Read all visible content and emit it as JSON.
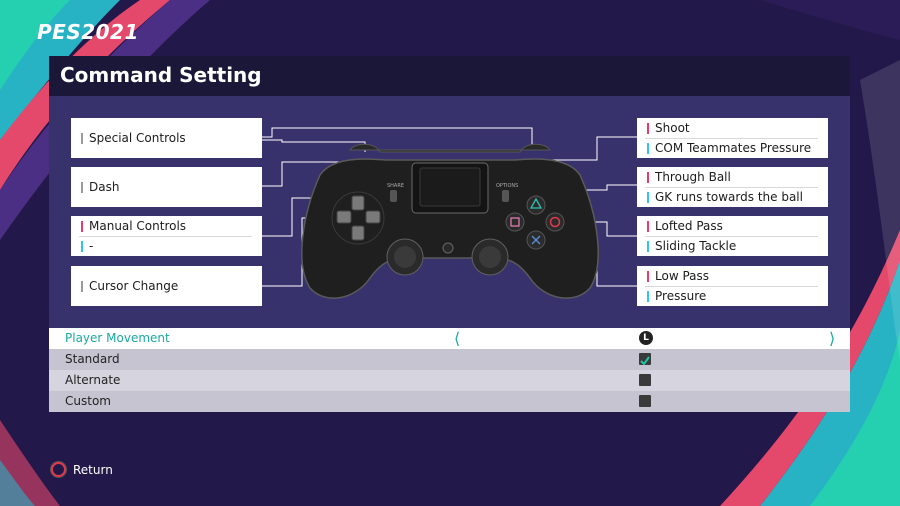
{
  "app": {
    "logo": "PES2021"
  },
  "panel": {
    "title": "Command Setting"
  },
  "controller": {
    "share_label": "SHARE",
    "options_label": "OPTIONS"
  },
  "left_boxes": [
    {
      "lines": [
        "Special Controls"
      ],
      "colors": [
        "white"
      ]
    },
    {
      "lines": [
        "Dash"
      ],
      "colors": [
        "white"
      ]
    },
    {
      "lines": [
        "Manual Controls",
        "-"
      ],
      "colors": [
        "pink",
        "cyan"
      ]
    },
    {
      "lines": [
        "Cursor Change"
      ],
      "colors": [
        "white"
      ]
    }
  ],
  "right_boxes": [
    {
      "lines": [
        "Shoot",
        "COM Teammates Pressure"
      ],
      "colors": [
        "pink",
        "cyan"
      ]
    },
    {
      "lines": [
        "Through Ball",
        "GK runs towards the ball"
      ],
      "colors": [
        "pink",
        "cyan"
      ]
    },
    {
      "lines": [
        "Lofted Pass",
        "Sliding Tackle"
      ],
      "colors": [
        "pink",
        "cyan"
      ]
    },
    {
      "lines": [
        "Low Pass",
        "Pressure"
      ],
      "colors": [
        "pink",
        "cyan"
      ]
    }
  ],
  "options": {
    "header": {
      "label": "Player Movement",
      "button": "L"
    },
    "items": [
      {
        "label": "Standard",
        "checked": true
      },
      {
        "label": "Alternate",
        "checked": false
      },
      {
        "label": "Custom",
        "checked": false
      }
    ]
  },
  "footer": {
    "return_label": "Return"
  },
  "colors": {
    "accent": "#1ba9a0",
    "pink": "#e83a6b",
    "cyan": "#2ec6ee",
    "panel": "#38326c"
  }
}
